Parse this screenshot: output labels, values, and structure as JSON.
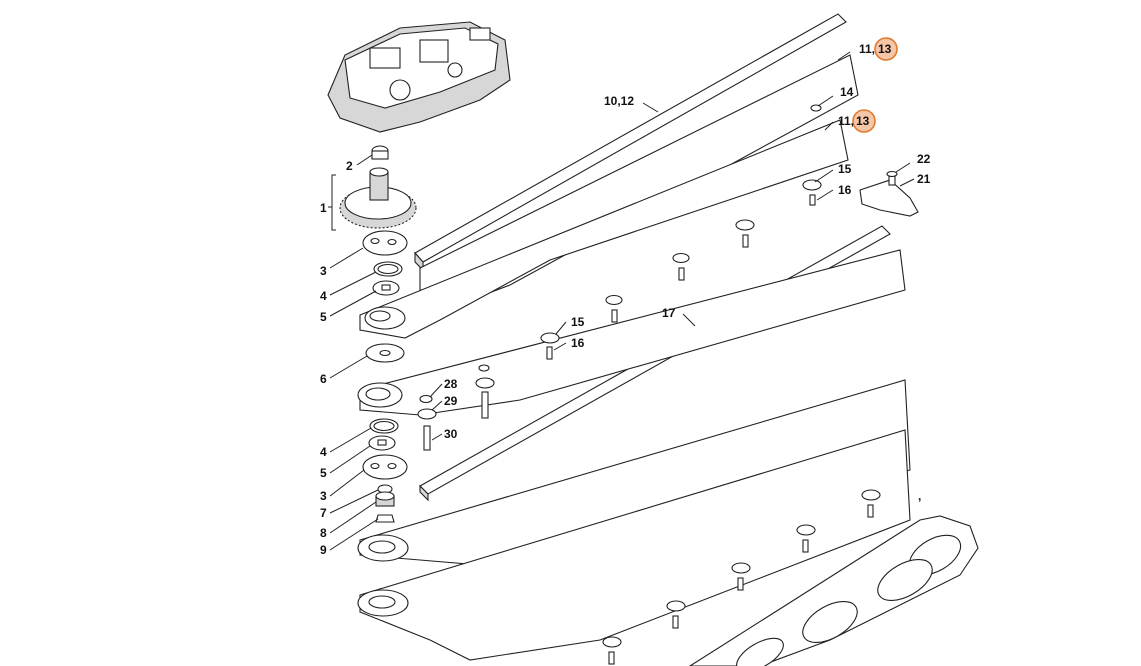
{
  "diagram": {
    "callouts": {
      "c11a": "11,",
      "c13a": "13",
      "c1012": "10,12",
      "c14": "14",
      "c11b": "11,",
      "c13b": "13",
      "c15a": "15",
      "c16a": "16",
      "c22": "22",
      "c21": "21",
      "c2": "2",
      "c1": "1",
      "c3a": "3",
      "c4a": "4",
      "c5a": "5",
      "c6": "6",
      "c15b": "15",
      "c16b": "16",
      "c17": "17",
      "c28": "28",
      "c29": "29",
      "c30": "30",
      "c4b": "4",
      "c5b": "5",
      "c3b": "3",
      "c7": "7",
      "c8": "8",
      "c9": "9",
      "comma": ","
    },
    "highlight_color": "#e07a2e"
  }
}
